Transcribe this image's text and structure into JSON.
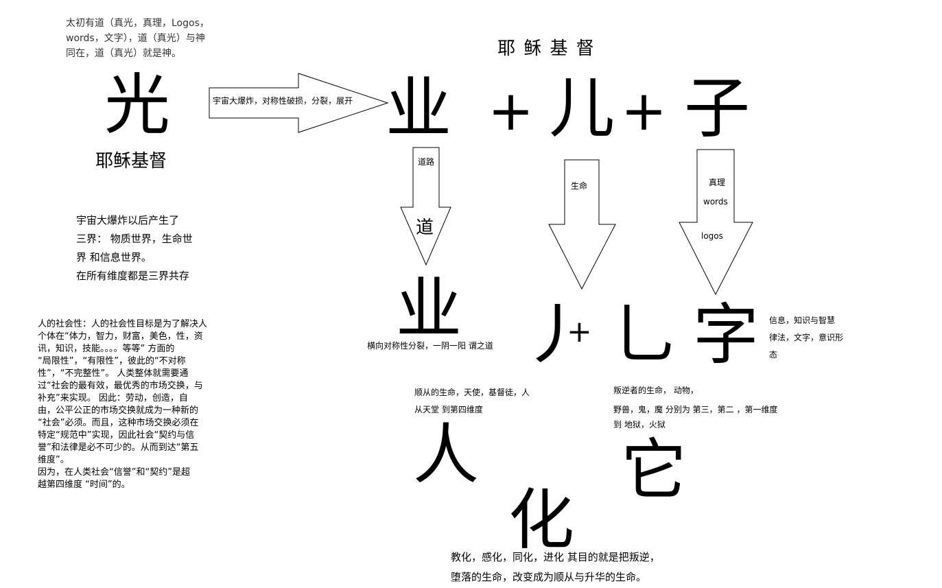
{
  "intro": "太初有道（真光，真理，Logos，\nwords，文字），道（真光）与神\n同在，道（真光）就是神。",
  "title_top": "耶 稣 基 督",
  "light": "光",
  "light_caption": "耶稣基督",
  "big_arrow_label": "宇宙大爆炸，对称性破损，分裂，展开",
  "eq": {
    "a": "业",
    "plus1": "+",
    "b": "儿",
    "plus2": "+",
    "c": "子"
  },
  "arrows": {
    "left_label": "道路",
    "left_inner": "道",
    "mid_label": "生命",
    "right_label1": "真理",
    "right_label2": "words",
    "right_label3": "logos"
  },
  "three_worlds": "宇宙大爆炸以后产生了\n三界： 物质世界，生命世\n界 和信息世界。\n在所有维度都是三界共存",
  "social": "人的社会性：人的社会性目标是为了解决人\n个体在“体力，智力，财富，美色，性，资\n讯，知识，技能。。。。等等” 方面的\n“局限性”，“有限性”，彼此的“不对称\n性”，“不完整性”。 人类整体就需要通\n过“社会的最有效，最优秀的市场交换，与\n补充”来实现。 因此：劳动，创造，自\n由，公平公正的市场交换就成为一种新的\n“社会”必须。而且，这种市场交换必须在\n特定“规范中”实现，因此社会“契约与信\n誉”和法律是必不可少的。从而到达“第五\n维度”。\n因为，在人类社会“信誉”和“契约”是超\n越第四维度 “时间”的。",
  "ye": "业",
  "ye_caption": "横向对称性分裂，一阴一阳 谓之道",
  "stroke_left": "丿",
  "plus_small": "+",
  "stroke_right": "乚",
  "zi": "字",
  "zi_caption": "信息，知识与智慧\n律法，文字，意识形\n态",
  "obedient": "顺从的生命，天使，基督徒，人\n从天堂 到第四维度",
  "rebel_line1": "叛逆者的生命， 动物，",
  "rebel_line2": "野兽，鬼，魔 分别为 第三，第二 ，第一维度\n到 地狱，火狱",
  "ren": "人",
  "ta": "它",
  "hua": "化",
  "bottom": "教化，感化，同化，进化 其目的就是把叛逆，\n堕落的生命，改变成为顺从与升华的生命。"
}
